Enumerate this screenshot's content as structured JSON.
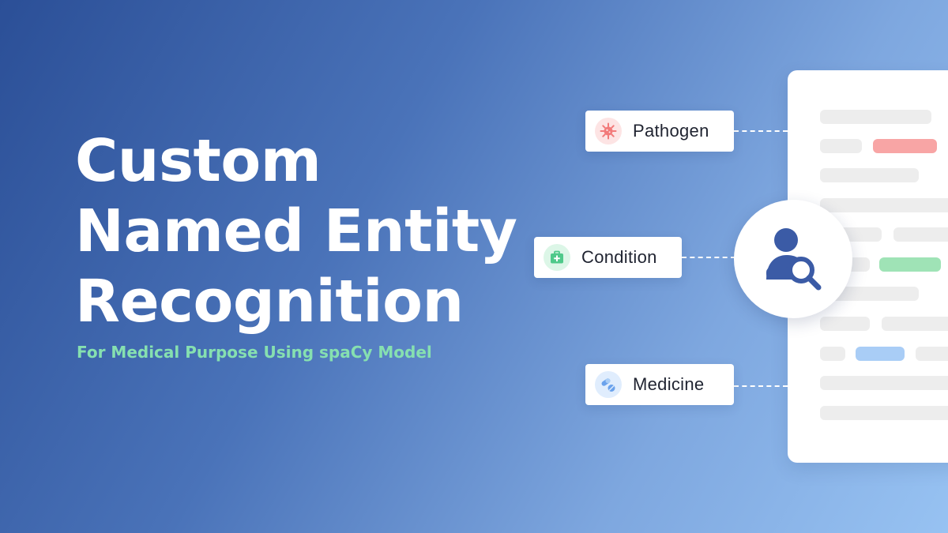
{
  "headline": {
    "line1": "Custom",
    "line2": "Named Entity",
    "line3": "Recognition",
    "subtitle": "For Medical Purpose Using spaCy Model"
  },
  "entities": [
    {
      "label": "Pathogen",
      "icon": "virus-icon",
      "icon_color": "#f27a7a",
      "icon_bg": "#fde4e4"
    },
    {
      "label": "Condition",
      "icon": "first-aid-kit-icon",
      "icon_color": "#4fc98a",
      "icon_bg": "#dcf6e7"
    },
    {
      "label": "Medicine",
      "icon": "pills-icon",
      "icon_color": "#6aa2ec",
      "icon_bg": "#e0edfd"
    }
  ],
  "colors": {
    "title": "#ffffff",
    "subtitle": "#86e0b0",
    "highlight_pathogen": "#f8a5a5",
    "highlight_condition": "#9fe3b6",
    "highlight_medicine": "#a9cdf6",
    "placeholder_text": "#ededed",
    "search_user_icon": "#3b5ba6"
  },
  "center_icon": "user-search-icon"
}
